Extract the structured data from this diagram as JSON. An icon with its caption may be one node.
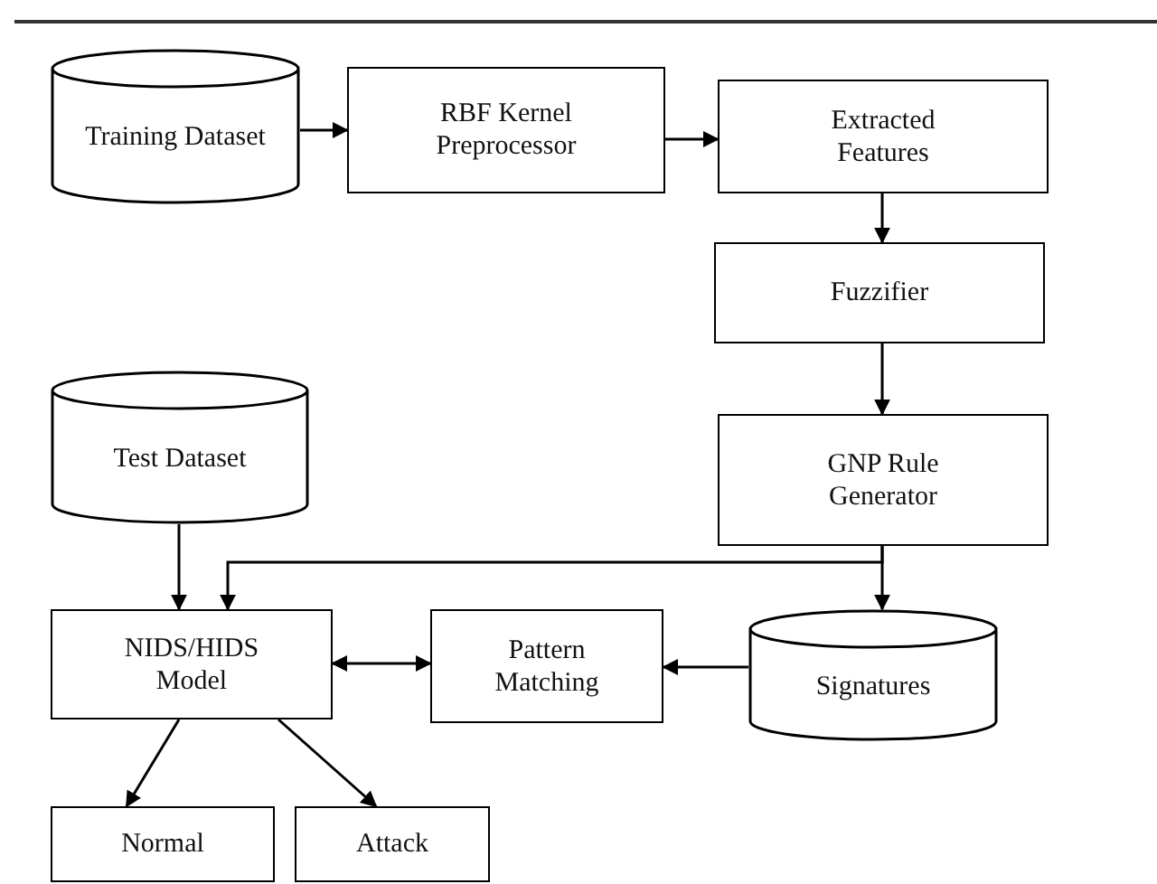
{
  "diagram": {
    "nodes": [
      {
        "text": [
          "Training Dataset"
        ]
      },
      {
        "text": [
          "RBF Kernel Preprocessor"
        ]
      },
      {
        "text": [
          "Extracted Features"
        ]
      },
      {
        "text": [
          "Fuzzifier"
        ]
      },
      {
        "text": [
          "GNP Rule Generator"
        ]
      },
      {
        "text": [
          "Test Dataset"
        ]
      },
      {
        "text": [
          "NIDS/HIDS Model"
        ]
      },
      {
        "text": [
          "Pattern Matching"
        ]
      },
      {
        "text": [
          "Signatures"
        ]
      },
      {
        "text": [
          "Normal"
        ]
      },
      {
        "text": [
          "Attack"
        ]
      }
    ],
    "edges": [
      {
        "from": 0,
        "to": 1,
        "arrow": "to"
      },
      {
        "from": 1,
        "to": 2,
        "arrow": "to"
      },
      {
        "from": 2,
        "to": 3,
        "arrow": "to"
      },
      {
        "from": 3,
        "to": 4,
        "arrow": "to"
      },
      {
        "from": 4,
        "to": 8,
        "arrow": "to"
      },
      {
        "from": 4,
        "to": 6,
        "arrow": "to"
      },
      {
        "from": 5,
        "to": 6,
        "arrow": "to"
      },
      {
        "from": 6,
        "to": 7,
        "arrow": "both"
      },
      {
        "from": 8,
        "to": 7,
        "arrow": "to"
      },
      {
        "from": 6,
        "to": 9,
        "arrow": "to"
      },
      {
        "from": 6,
        "to": 10,
        "arrow": "to"
      }
    ]
  }
}
